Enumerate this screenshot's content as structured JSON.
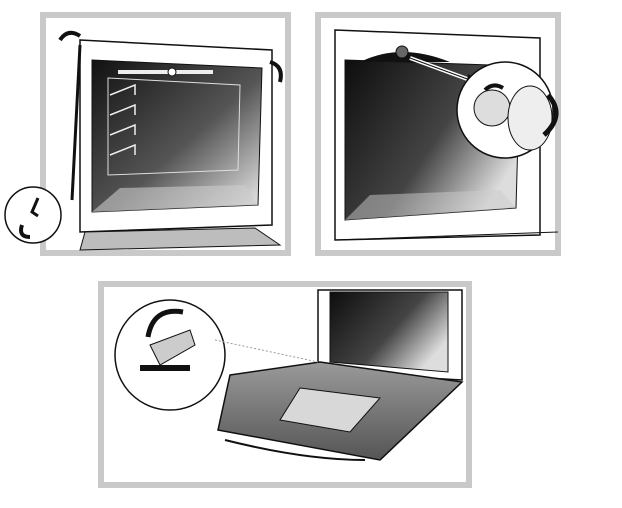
{
  "colors": {
    "frame": "#c9c9c9",
    "line": "#111111",
    "cavity_dark": "#1a1a1a",
    "cavity_light": "#f2f2f2",
    "floor": "#bdbdbd"
  },
  "panels": [
    {
      "id": "remove-side-rails",
      "icons": [
        "oven-cavity",
        "rotate-arrow-icon",
        "clip-detail-icon"
      ]
    },
    {
      "id": "replace-lamp-cover",
      "icons": [
        "oven-cavity",
        "lamp-cover-icon",
        "rotate-arrow-icon"
      ]
    },
    {
      "id": "remove-door",
      "icons": [
        "oven-door",
        "hinge-detail-icon",
        "curved-arrow-icon"
      ]
    }
  ]
}
